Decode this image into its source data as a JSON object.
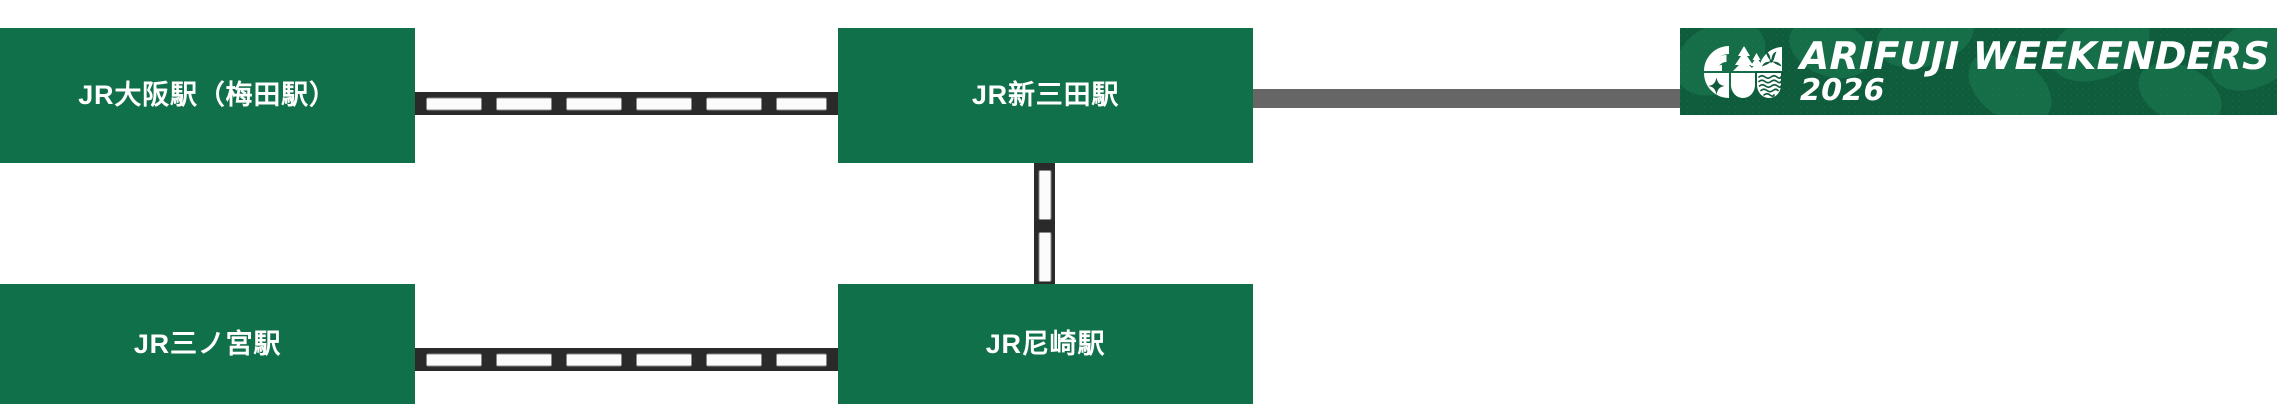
{
  "diagram": {
    "title": "access-route-map",
    "colors": {
      "station_green": "#10704a",
      "rail_dark": "#2a2a2a",
      "rail_tie_white": "#fbfbfb",
      "connector_grey": "#666666",
      "banner_green": "#0f5c3c",
      "text_white": "#ffffff"
    }
  },
  "stations": [
    {
      "id": "osaka",
      "label": "JR大阪駅（梅田駅）"
    },
    {
      "id": "sanda",
      "label": "JR新三田駅"
    },
    {
      "id": "sannomiya",
      "label": "JR三ノ宮駅"
    },
    {
      "id": "amagasaki",
      "label": "JR尼崎駅"
    }
  ],
  "connectors": [
    {
      "id": "osaka-sanda",
      "style": "dashed-rail",
      "orientation": "horizontal",
      "ties": 6
    },
    {
      "id": "sannomiya-amagasaki",
      "style": "dashed-rail",
      "orientation": "horizontal",
      "ties": 6
    },
    {
      "id": "sanda-amagasaki",
      "style": "dashed-rail",
      "orientation": "vertical",
      "ties": 2
    },
    {
      "id": "sanda-venue",
      "style": "solid-line",
      "orientation": "horizontal",
      "color": "#666666"
    }
  ],
  "venue": {
    "logo_icon": "arifuji-crest-icon",
    "title": "ARIFUJI WEEKENDERS",
    "year": "2026"
  }
}
